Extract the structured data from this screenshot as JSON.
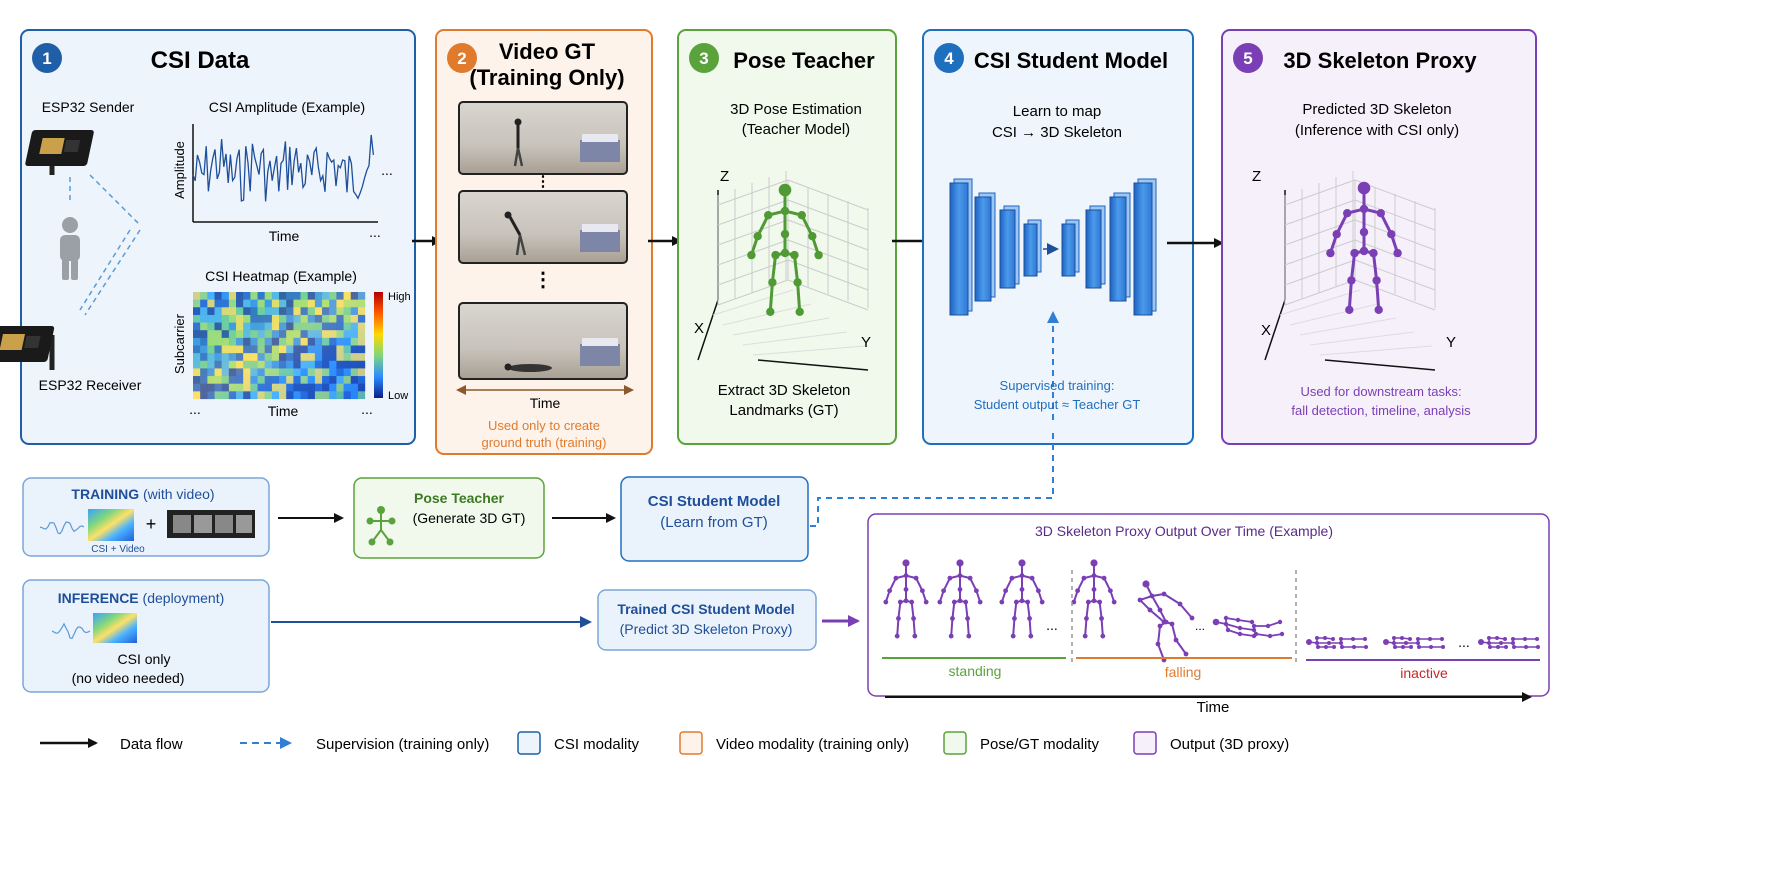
{
  "colors": {
    "csi": "#1f5fa8",
    "csi_fill": "#eef4fb",
    "video": "#e07b2e",
    "video_fill": "#fdf3ea",
    "pose": "#5aa33c",
    "pose_fill": "#f1f8ec",
    "student": "#1f6fbf",
    "student_fill": "#eef5fc",
    "proxy": "#7b3fb5",
    "proxy_fill": "#f6f0fb",
    "supervise": "#2f7fd6",
    "inactive_label": "#c62828"
  },
  "panels": [
    {
      "number": "1",
      "title": "CSI Data"
    },
    {
      "number": "2",
      "title_line1": "Video GT",
      "title_line2": "(Training Only)"
    },
    {
      "number": "3",
      "title": "Pose Teacher"
    },
    {
      "number": "4",
      "title": "CSI Student Model"
    },
    {
      "number": "5",
      "title": "3D Skeleton Proxy"
    }
  ],
  "csi_panel": {
    "sender": "ESP32 Sender",
    "receiver": "ESP32 Receiver",
    "amplitude_title": "CSI Amplitude (Example)",
    "amplitude_ylabel": "Amplitude",
    "amplitude_xlabel": "Time",
    "heatmap_title": "CSI Heatmap (Example)",
    "heatmap_ylabel": "Subcarrier",
    "heatmap_xlabel": "Time",
    "scale_high": "High",
    "scale_low": "Low",
    "ellipsis": "..."
  },
  "video_panel": {
    "dots": "⋮",
    "time_label": "Time",
    "note_line1": "Used only to create",
    "note_line2": "ground truth (training)"
  },
  "pose_panel": {
    "line1": "3D Pose Estimation",
    "line2": "(Teacher Model)",
    "axis_z": "Z",
    "axis_x": "X",
    "axis_y": "Y",
    "bottom_line1": "Extract 3D Skeleton",
    "bottom_line2": "Landmarks (GT)"
  },
  "student_panel": {
    "line1": "Learn to map",
    "line2": "CSI → 3D Skeleton",
    "sup_line1": "Supervised training:",
    "sup_line2": "Student output ≈ Teacher GT"
  },
  "proxy_panel": {
    "line1": "Predicted 3D Skeleton",
    "line2": "(Inference with CSI only)",
    "axis_z": "Z",
    "axis_x": "X",
    "axis_y": "Y",
    "bottom_line1": "Used for downstream tasks:",
    "bottom_line2": "fall detection, timeline, analysis"
  },
  "training_box": {
    "label_bold": "TRAINING",
    "label_rest": " (with video)",
    "plus": "+",
    "caption": "CSI + Video"
  },
  "inference_box": {
    "label_bold": "INFERENCE",
    "label_rest": " (deployment)",
    "line1": "CSI only",
    "line2": "(no video needed)"
  },
  "pose_teacher_box": {
    "title": "Pose Teacher",
    "subtitle": "(Generate 3D GT)"
  },
  "student_box": {
    "title": "CSI Student Model",
    "subtitle": "(Learn from GT)"
  },
  "trained_box": {
    "title": "Trained CSI Student Model",
    "subtitle": "(Predict 3D Skeleton Proxy)"
  },
  "timeline": {
    "title": "3D Skeleton Proxy Output Over Time (Example)",
    "ellipsis": "...",
    "segments": [
      {
        "label": "standing",
        "color": "#5aa33c"
      },
      {
        "label": "falling",
        "color": "#e07b2e"
      },
      {
        "label": "inactive",
        "color": "#c62828"
      }
    ],
    "axis_label": "Time"
  },
  "legend": [
    {
      "label": "Data flow"
    },
    {
      "label": "Supervision (training only)"
    },
    {
      "label": "CSI modality"
    },
    {
      "label": "Video modality (training only)"
    },
    {
      "label": "Pose/GT modality"
    },
    {
      "label": "Output (3D proxy)"
    }
  ]
}
